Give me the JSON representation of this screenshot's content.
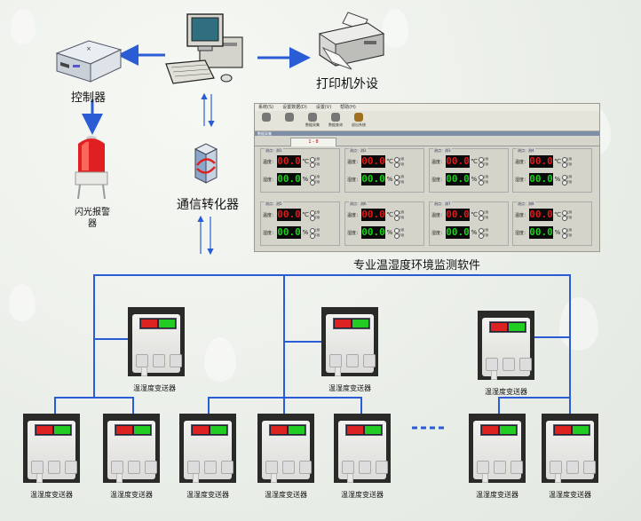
{
  "labels": {
    "controller": "控制器",
    "alarm": "闪光报警器",
    "printer": "打印机外设",
    "converter": "通信转化器",
    "software": "专业温湿度环境监测软件",
    "transmitter": "温湿度变送器"
  },
  "software": {
    "menus": [
      "系统(S)",
      "设置数据(D)",
      "设置(V)",
      "帮助(H)"
    ],
    "toolbar": [
      "",
      "",
      "数据采集",
      "数据查询",
      "退出系统"
    ],
    "window_caption": "数据采集",
    "tab": "1 - 8",
    "row_labels": {
      "temp": "温度：",
      "hum": "湿度："
    },
    "units": {
      "temp": "℃",
      "hum": "%"
    },
    "led_labels": {
      "up": "上限",
      "down": "下限"
    },
    "nodes": [
      {
        "title": "测点：测1",
        "temp": "00.0",
        "hum": "00.0"
      },
      {
        "title": "测点：测2",
        "temp": "00.0",
        "hum": "00.0"
      },
      {
        "title": "测点：测3",
        "temp": "00.0",
        "hum": "00.0"
      },
      {
        "title": "测点：测4",
        "temp": "00.0",
        "hum": "00.0"
      },
      {
        "title": "测点：测5",
        "temp": "00.0",
        "hum": "00.0"
      },
      {
        "title": "测点：测6",
        "temp": "00.0",
        "hum": "00.0"
      },
      {
        "title": "测点：测7",
        "temp": "00.0",
        "hum": "00.0"
      },
      {
        "title": "测点：测8",
        "temp": "00.0",
        "hum": "00.0"
      }
    ]
  },
  "ellipsis": "- - - -",
  "colors": {
    "wire": "#2a5cd6",
    "temp_display": "#e01818",
    "hum_display": "#18d218"
  }
}
